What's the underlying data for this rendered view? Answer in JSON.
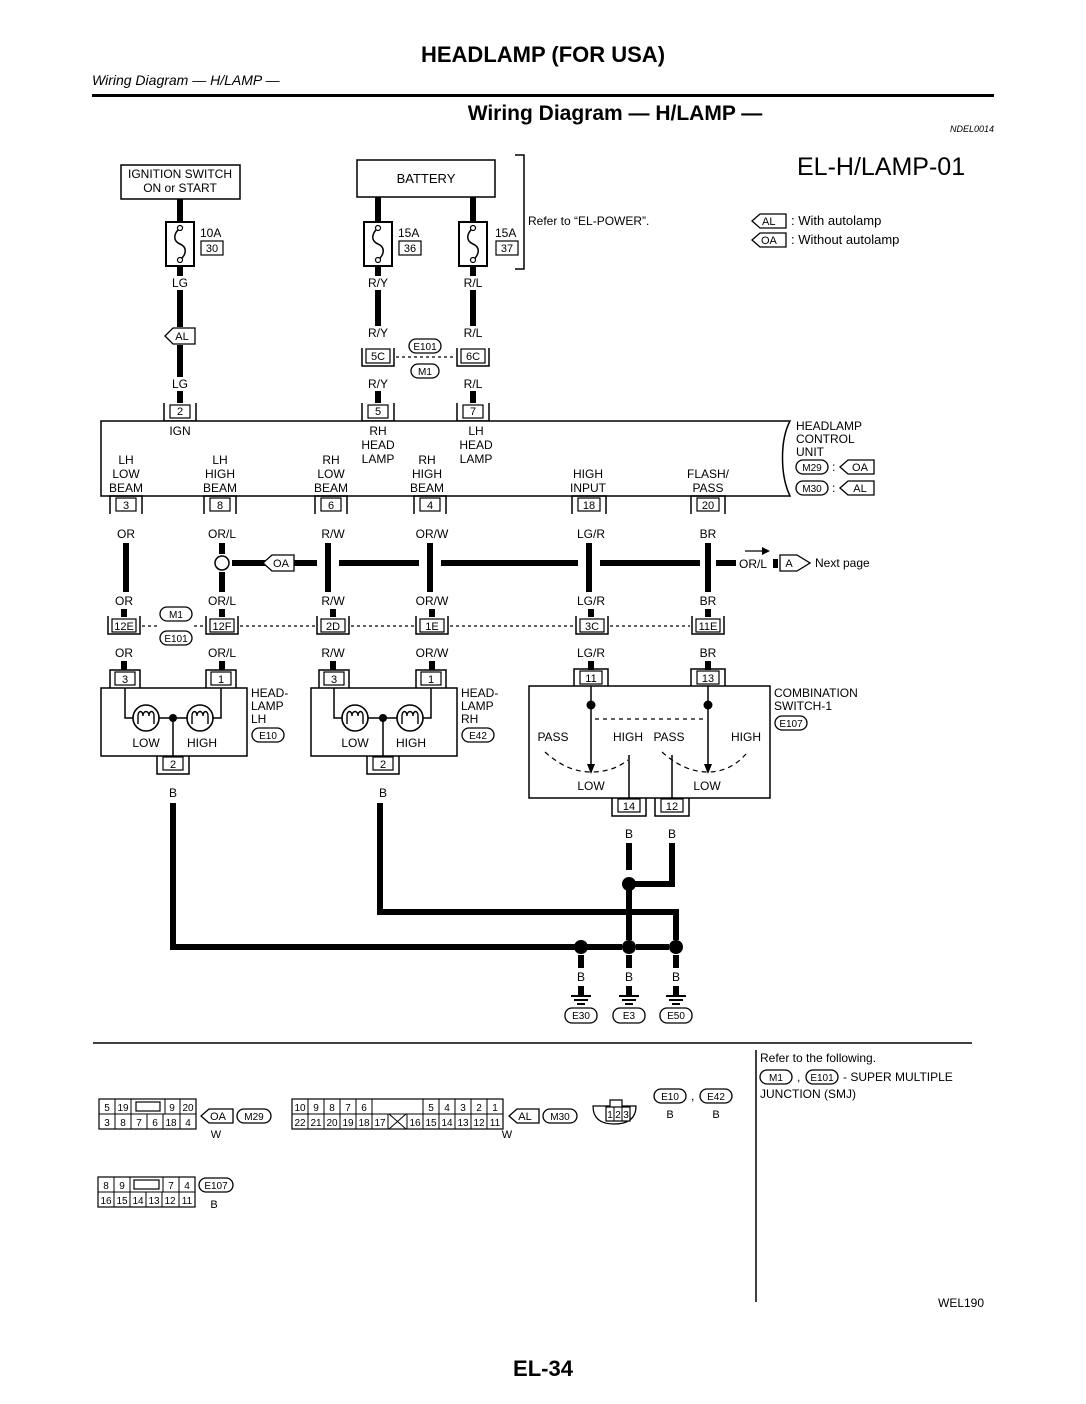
{
  "page": {
    "title": "HEADLAMP (FOR USA)",
    "subtitle": "Wiring Diagram — H/LAMP —",
    "section_title": "Wiring Diagram — H/LAMP —",
    "ref_code": "NDEL0014",
    "diagram_id": "EL-H/LAMP-01",
    "page_number": "EL-34",
    "figure_code": "WEL190"
  },
  "legend": {
    "al_tag": "AL",
    "al_text": ": With autolamp",
    "oa_tag": "OA",
    "oa_text": ": Without autolamp"
  },
  "power": {
    "ignition_line1": "IGNITION SWITCH",
    "ignition_line2": "ON or START",
    "battery": "BATTERY",
    "refer_power": "Refer to “EL-POWER”.",
    "fuse1_amp": "10A",
    "fuse1_num": "30",
    "fuse2_amp": "15A",
    "fuse2_num": "36",
    "fuse3_amp": "15A",
    "fuse3_num": "37"
  },
  "wires": {
    "lg": "LG",
    "ry": "R/Y",
    "rl": "R/L",
    "or": "OR",
    "orl": "OR/L",
    "rw": "R/W",
    "orw": "OR/W",
    "lgr": "LG/R",
    "br": "BR",
    "b": "B"
  },
  "connectors": {
    "al": "AL",
    "oa": "OA",
    "e101": "E101",
    "m1": "M1",
    "c5c": "5C",
    "c6c": "6C",
    "c12e": "12E",
    "c12f": "12F",
    "c2d": "2D",
    "c1e": "1E",
    "c3c": "3C",
    "c11e": "11E",
    "m29": "M29",
    "m30": "M30",
    "e10": "E10",
    "e42": "E42",
    "e107": "E107",
    "e30": "E30",
    "e3": "E3",
    "e50": "E50",
    "next_a": "A"
  },
  "pins": {
    "p2": "2",
    "p5": "5",
    "p7": "7",
    "p3": "3",
    "p8": "8",
    "p6": "6",
    "p4": "4",
    "p18": "18",
    "p20": "20",
    "p1": "1",
    "p11": "11",
    "p13": "13",
    "p14": "14",
    "p12": "12"
  },
  "control_unit": {
    "ign": "IGN",
    "rh_head_lamp": [
      "RH",
      "HEAD",
      "LAMP"
    ],
    "lh_head_lamp": [
      "LH",
      "HEAD",
      "LAMP"
    ],
    "lh_low_beam": [
      "LH",
      "LOW",
      "BEAM"
    ],
    "lh_high_beam": [
      "LH",
      "HIGH",
      "BEAM"
    ],
    "rh_low_beam": [
      "RH",
      "LOW",
      "BEAM"
    ],
    "rh_high_beam": [
      "RH",
      "HIGH",
      "BEAM"
    ],
    "high_input": [
      "HIGH",
      "INPUT"
    ],
    "flash_pass": [
      "FLASH/",
      "PASS"
    ],
    "name": [
      "HEADLAMP",
      "CONTROL",
      "UNIT"
    ],
    "colon": ":"
  },
  "headlamps": {
    "lh_name": [
      "HEAD-",
      "LAMP",
      "LH"
    ],
    "rh_name": [
      "HEAD-",
      "LAMP",
      "RH"
    ],
    "low": "LOW",
    "high": "HIGH"
  },
  "switch": {
    "name": [
      "COMBINATION",
      "SWITCH-1"
    ],
    "pass": "PASS",
    "high": "HIGH",
    "low": "LOW"
  },
  "next_page": {
    "wire": "OR/L",
    "text": "Next page"
  },
  "footer": {
    "refer_title": "Refer to the following.",
    "smj_text": "- SUPER MULTIPLE",
    "smj_text2": "JUNCTION (SMJ)",
    "comma": ",",
    "w": "W",
    "b": "B",
    "m29_row1": [
      "5",
      "19",
      "",
      "9",
      "20"
    ],
    "m29_row2": [
      "3",
      "8",
      "7",
      "6",
      "18",
      "4"
    ],
    "m30_row1": [
      "10",
      "9",
      "8",
      "7",
      "6",
      "",
      "5",
      "4",
      "3",
      "2",
      "1"
    ],
    "m30_row2": [
      "22",
      "21",
      "20",
      "19",
      "18",
      "17",
      "",
      "16",
      "15",
      "14",
      "13",
      "12",
      "11"
    ],
    "e10_pins": [
      "1",
      "2",
      "3"
    ],
    "e107_row1": [
      "8",
      "9",
      "",
      "7",
      "4"
    ],
    "e107_row2": [
      "16",
      "15",
      "14",
      "13",
      "12",
      "11"
    ]
  }
}
